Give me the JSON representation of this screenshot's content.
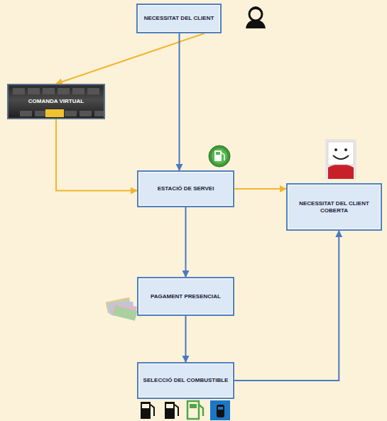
{
  "diagram": {
    "nodes": [
      {
        "text": [
          "NECESSITAT DEL CLIENT"
        ]
      },
      {
        "text": [
          "COMANDA VIRTUAL"
        ]
      },
      {
        "text": [
          "ESTACIÓ DE SERVEI"
        ]
      },
      {
        "text": [
          "NECESSITAT DEL CLIENT COBERTA"
        ]
      },
      {
        "text": [
          "PAGAMENT PRESENCIAL"
        ]
      },
      {
        "text": [
          "SELECCIÓ DEL COMBUSTIBLE"
        ]
      }
    ],
    "edges": [
      {
        "from": 0,
        "to": 1,
        "arrow": "to"
      },
      {
        "from": 0,
        "to": 2,
        "arrow": "to"
      },
      {
        "from": 1,
        "to": 2,
        "arrow": "to"
      },
      {
        "from": 2,
        "to": 3,
        "arrow": "to"
      },
      {
        "from": 2,
        "to": 4,
        "arrow": "to"
      },
      {
        "from": 4,
        "to": 5,
        "arrow": "to"
      },
      {
        "from": 5,
        "to": 3,
        "arrow": "to"
      }
    ]
  }
}
